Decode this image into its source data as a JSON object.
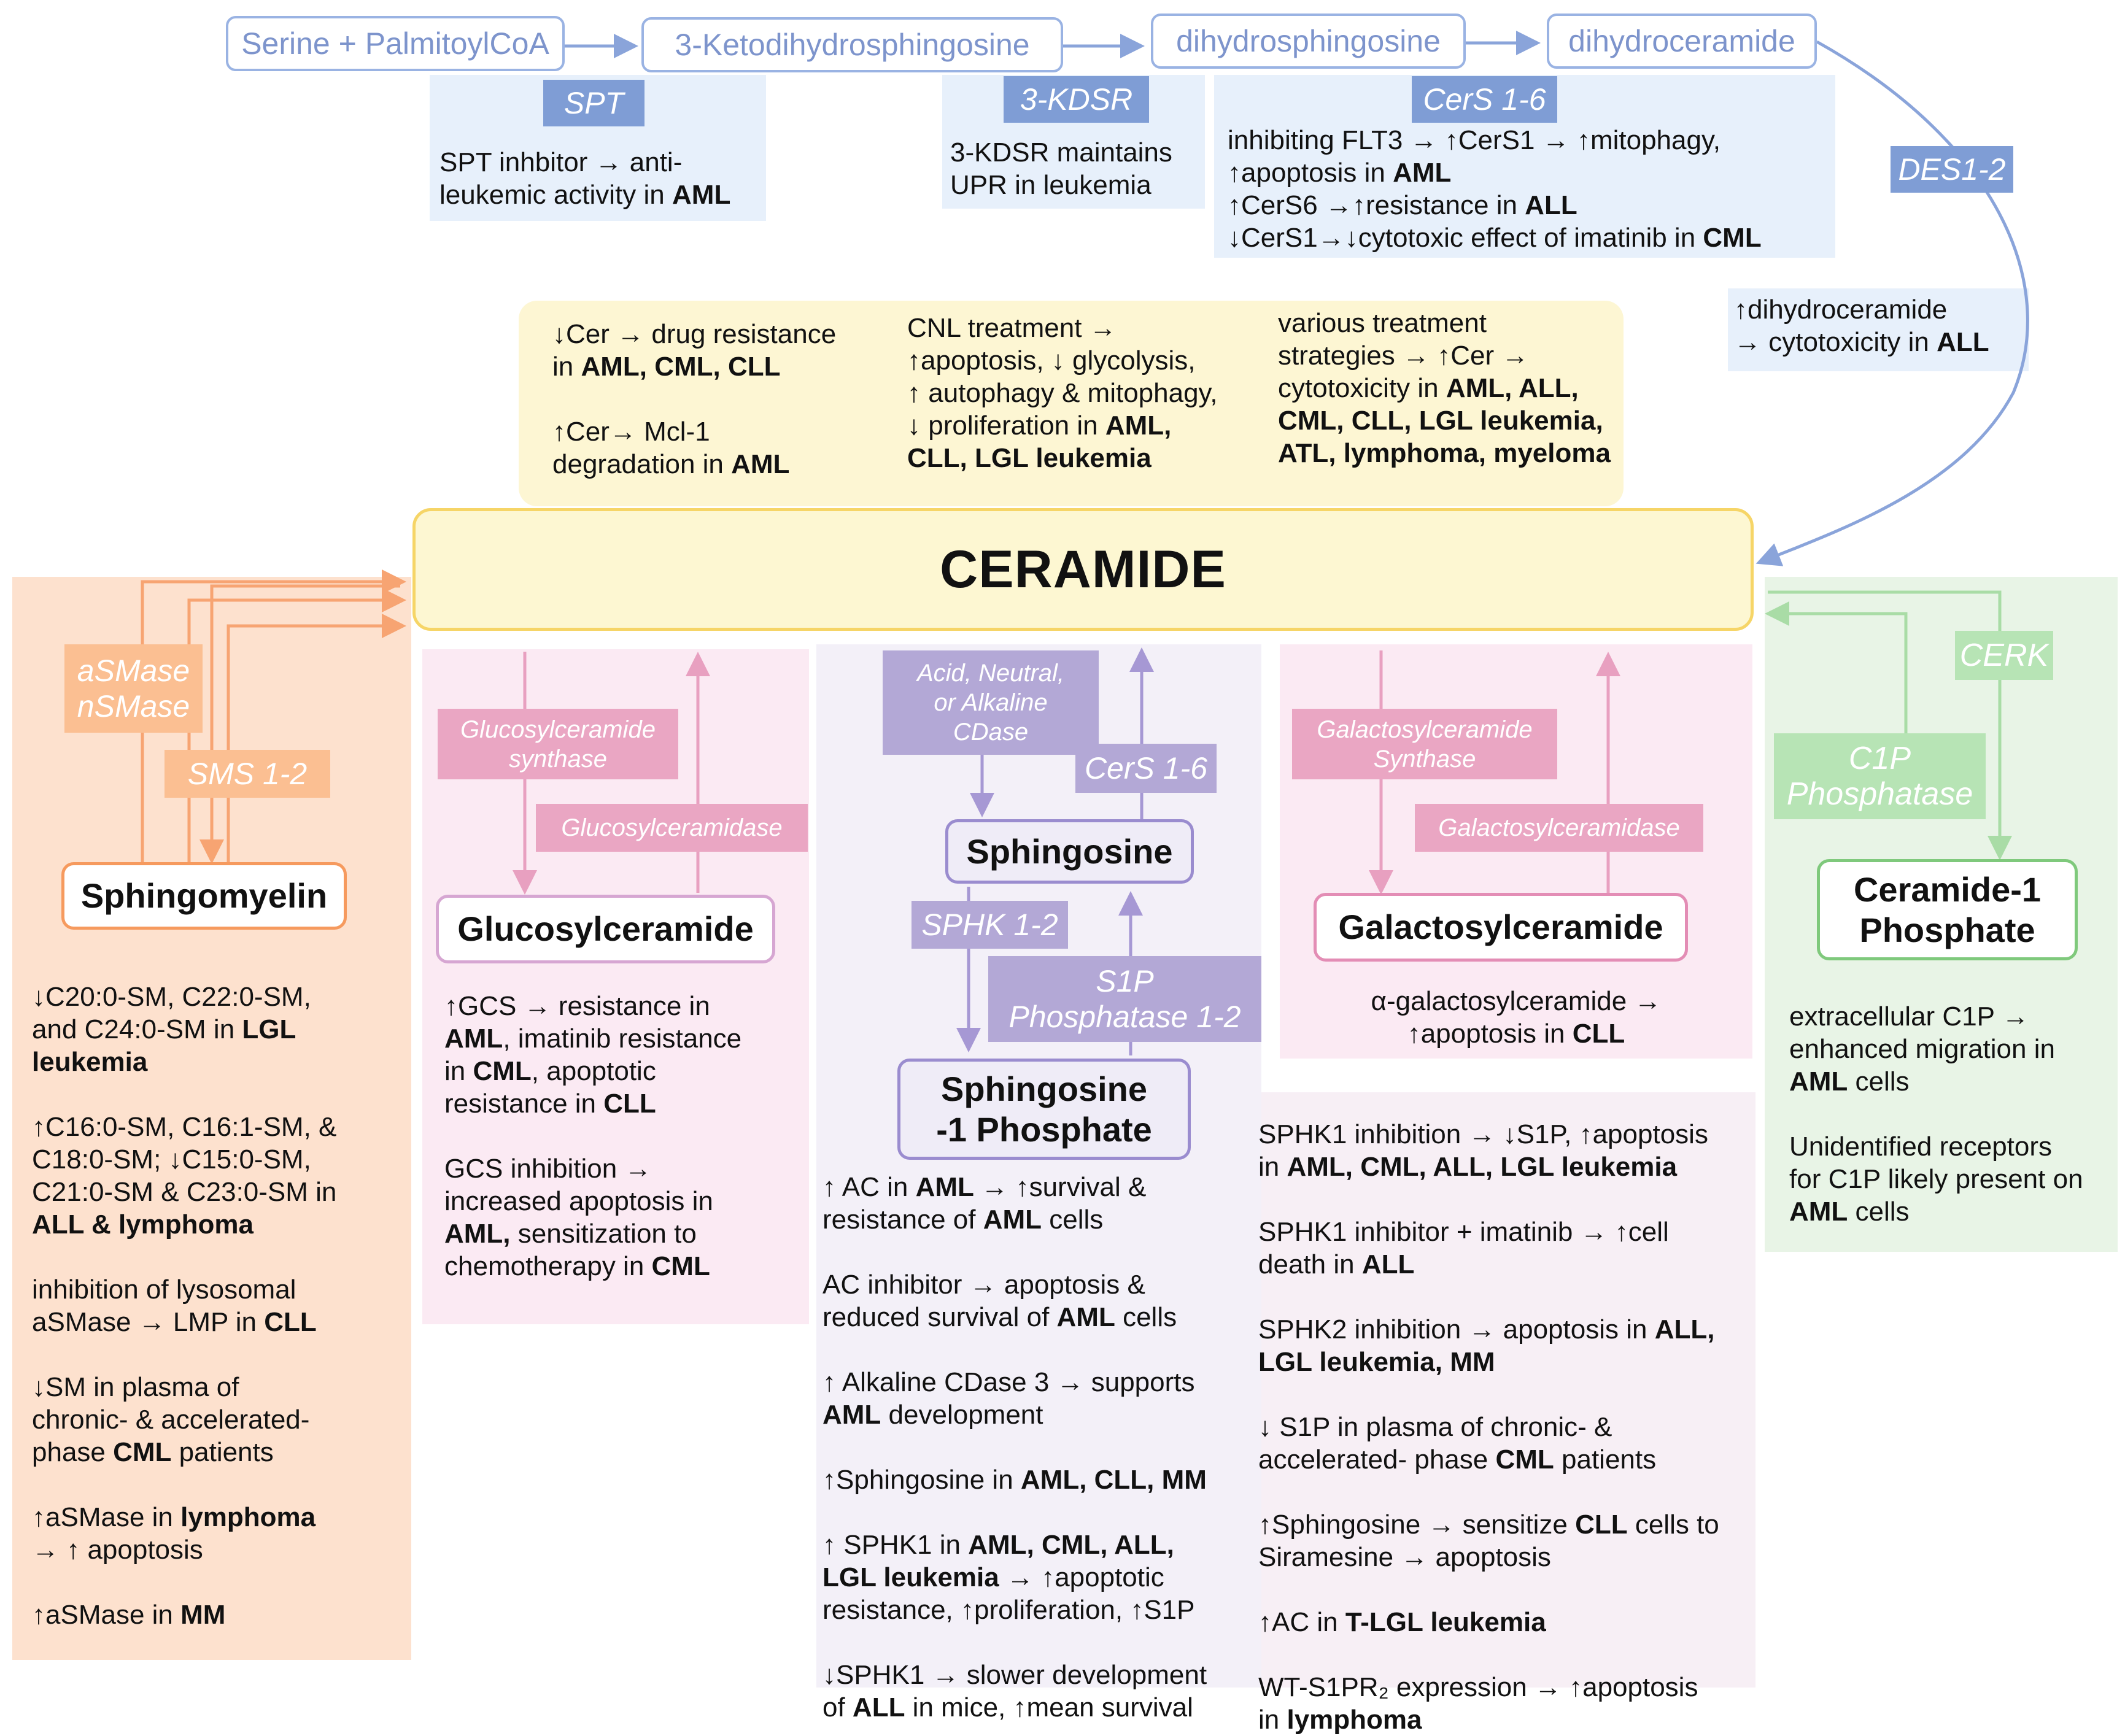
{
  "pathway": {
    "serine": "Serine + PalmitoylCoA",
    "ketodihydro": "3-Ketodihydrosphingosine",
    "dihydrosph": "dihydrosphingosine",
    "dihydrocer": "dihydroceramide"
  },
  "enzymes": {
    "spt": "SPT",
    "kdsr": "3-KDSR",
    "cers_top": "CerS 1-6",
    "des": "DES1-2",
    "smase": "aSMase\nnSMase",
    "sms": "SMS 1-2",
    "gcs": "Glucosylceramide\nsynthase",
    "glucosylceramidase": "Glucosylceramidase",
    "cdase": "Acid, Neutral,\nor Alkaline\nCDase",
    "cers_mid": "CerS 1-6",
    "sphk": "SPHK 1-2",
    "s1p_phosphatase": "S1P\nPhosphatase 1-2",
    "galcer_synthase": "Galactosylceramide\nSynthase",
    "galactosylceramidase": "Galactosylceramidase",
    "cerk": "CERK",
    "c1p_phosphatase": "C1P\nPhosphatase"
  },
  "nodes": {
    "ceramide": "CERAMIDE",
    "sphingomyelin": "Sphingomyelin",
    "glucosylceramide": "Glucosylceramide",
    "sphingosine": "Sphingosine",
    "s1p": "Sphingosine\n-1 Phosphate",
    "galactosylceramide": "Galactosylceramide",
    "c1p": "Ceramide-1\nPhosphate"
  },
  "notes": {
    "spt": "SPT inhbitor → anti-<br>leukemic activity in <b>AML</b>",
    "kdsr": "3-KDSR maintains<br>UPR in leukemia",
    "cers_top": "inhibiting FLT3 → ↑CerS1 → ↑mitophagy,<br>↑apoptosis in <b>AML</b><br>↑CerS6 →↑resistance in <b>ALL</b><br>↓CerS1→↓cytotoxic effect of imatinib in <b>CML</b>",
    "des": "↑dihydroceramide<br>→ cytotoxicity in <b>ALL</b>",
    "yellow_col1": [
      "↓Cer → drug resistance<br>in <b>AML, CML, CLL</b>",
      "↑Cer→ Mcl-1<br>degradation in <b>AML</b>"
    ],
    "yellow_col2": [
      "CNL treatment →<br>↑apoptosis, ↓ glycolysis,<br>↑ autophagy &amp; mitophagy,<br>↓ proliferation in <b>AML,<br>CLL, LGL leukemia</b>"
    ],
    "yellow_col3": [
      "various treatment<br>strategies → ↑Cer →<br>cytotoxicity in <b>AML, ALL,<br>CML, CLL, LGL leukemia,<br>ATL, lymphoma, myeloma</b>"
    ],
    "sphingomyelin": [
      "↓C20:0-SM, C22:0-SM,<br>and C24:0-SM in <b>LGL<br>leukemia</b>",
      "↑C16:0-SM, C16:1-SM, &amp;<br>C18:0-SM; ↓C15:0-SM,<br>C21:0-SM &amp; C23:0-SM in<br><b>ALL &amp; lymphoma</b>",
      "inhibition of lysosomal<br>aSMase → LMP in <b>CLL</b>",
      "↓SM in  plasma of<br>chronic- &amp; accelerated-<br>phase <b>CML</b> patients",
      "↑aSMase in <b>lymphoma</b><br>→  ↑ apoptosis",
      "↑aSMase in <b>MM</b>"
    ],
    "glucosylceramide": [
      "↑GCS → resistance in<br><b>AML</b>, imatinib resistance<br>in <b>CML</b>, apoptotic<br>resistance in <b>CLL</b>",
      "GCS inhibition →<br>increased apoptosis in<br><b>AML,</b> sensitization to<br>chemotherapy in <b>CML</b>"
    ],
    "s1p_left": [
      "↑ AC in <b>AML →</b> ↑survival &amp;<br>resistance of <b>AML</b> cells",
      "AC inhibitor → apoptosis &amp;<br>reduced survival of <b>AML</b> cells",
      "↑ Alkaline CDase 3  → supports<br><b>AML</b> development",
      "↑Sphingosine in <b>AML, CLL, MM</b>",
      "↑ SPHK1 in <b>AML, CML, ALL,<br>LGL leukemia →</b> ↑apoptotic<br>resistance, ↑proliferation, ↑S1P",
      "↓SPHK1 <b>→</b> slower development<br>of <b>ALL</b> in mice, ↑mean survival"
    ],
    "s1p_right": [
      "SPHK1 inhibition → ↓S1P, ↑apoptosis<br>in <b>AML, CML, ALL,  LGL leukemia</b>",
      "SPHK1 inhibitor + imatinib → ↑cell<br>death in <b>ALL</b>",
      "SPHK2 inhibition → apoptosis in <b>ALL,<br>LGL leukemia, MM</b>",
      "↓ S1P in plasma of chronic- &amp;<br>accelerated- phase <b>CML</b> patients",
      "↑Sphingosine → sensitize <b>CLL</b> cells to<br>Siramesine  → apoptosis",
      "↑AC in <b>T-LGL leukemia</b>",
      "WT-S1PR₂ expression → ↑apoptosis<br>in <b>lymphoma</b>"
    ],
    "galactosylceramide": "α-galactosylceramide →<br>↑apoptosis in <b>CLL</b>",
    "c1p": [
      "extracellular C1P →<br>enhanced migration in<br><b>AML</b> cells",
      "Unidentified receptors<br>for C1P likely present on<br><b>AML</b> cells"
    ]
  },
  "colors": {
    "blue": "#7f9dd5",
    "orange": "#f69a5e",
    "pink": "#e38db5",
    "purple": "#9a8ccf",
    "green": "#7fc97c",
    "yellow": "#f6d567"
  }
}
